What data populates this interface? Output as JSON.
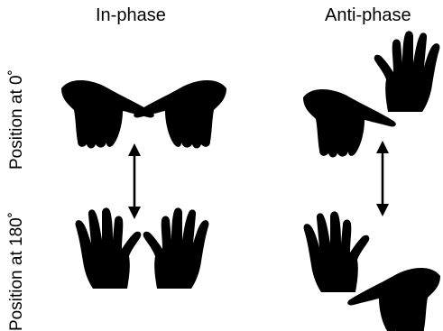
{
  "columns": {
    "in_phase": "In-phase",
    "anti_phase": "Anti-phase"
  },
  "rows": {
    "position_0": "Position at 0˚",
    "position_180": "Position at 180˚"
  },
  "icons": {
    "palm_down": "hand-palm-down-icon",
    "palm_up": "hand-palm-up-icon",
    "arrow": "double-headed-arrow-icon"
  }
}
